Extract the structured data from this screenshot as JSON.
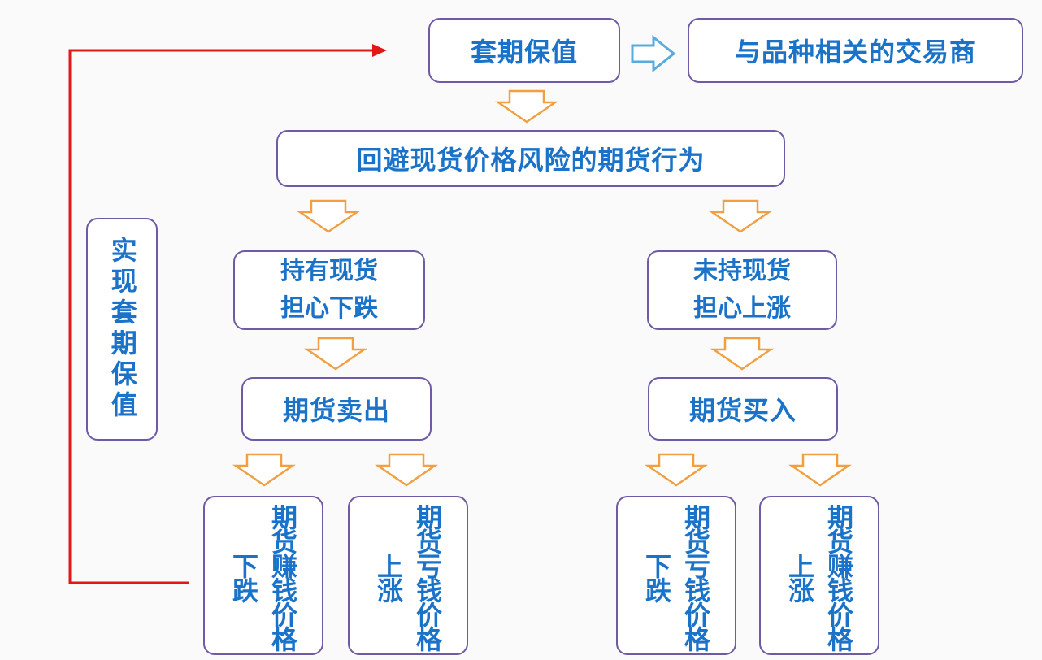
{
  "top": {
    "hedging": "套期保值",
    "traders": "与品种相关的交易商"
  },
  "behavior": "回避现货价格风险的期货行为",
  "side_label": "实现套期保值",
  "left": {
    "situation_line1": "持有现货",
    "situation_line2": "担心下跌",
    "action": "期货卖出",
    "outcome_a": "期货赚钱价格下跌",
    "outcome_b": "期货亏钱价格上涨"
  },
  "right": {
    "situation_line1": "未持现货",
    "situation_line2": "担心上涨",
    "action": "期货买入",
    "outcome_a": "期货亏钱价格下跌",
    "outcome_b": "期货赚钱价格上涨"
  },
  "colors": {
    "text": "#1a73c9",
    "border": "#6f5aa6",
    "down_arrow": "#f0a040",
    "right_arrow": "#5aaadc",
    "loop_line": "#e01818"
  }
}
